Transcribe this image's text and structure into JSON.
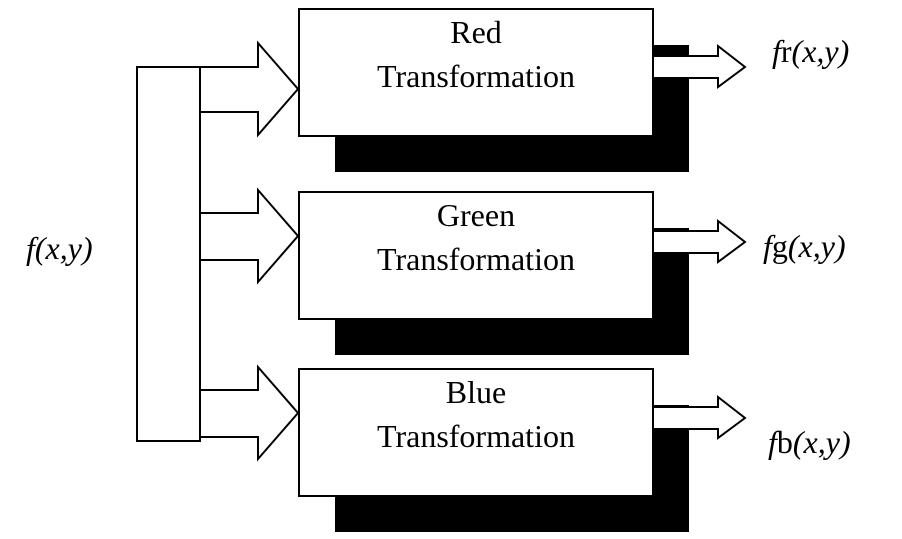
{
  "input": {
    "f": "f",
    "args": "(x,y)"
  },
  "blocks": [
    {
      "id": "red",
      "line1": "Red",
      "line2": "Transformation",
      "out_f": "f",
      "out_sub": "r",
      "out_args": "(x,y)"
    },
    {
      "id": "green",
      "line1": "Green",
      "line2": "Transformation",
      "out_f": "f",
      "out_sub": "g",
      "out_args": "(x,y)"
    },
    {
      "id": "blue",
      "line1": "Blue",
      "line2": "Transformation",
      "out_f": "f",
      "out_sub": "b",
      "out_args": "(x,y)"
    }
  ],
  "colors": {
    "stroke": "#000000",
    "shadow": "#000000",
    "fill": "#ffffff"
  }
}
